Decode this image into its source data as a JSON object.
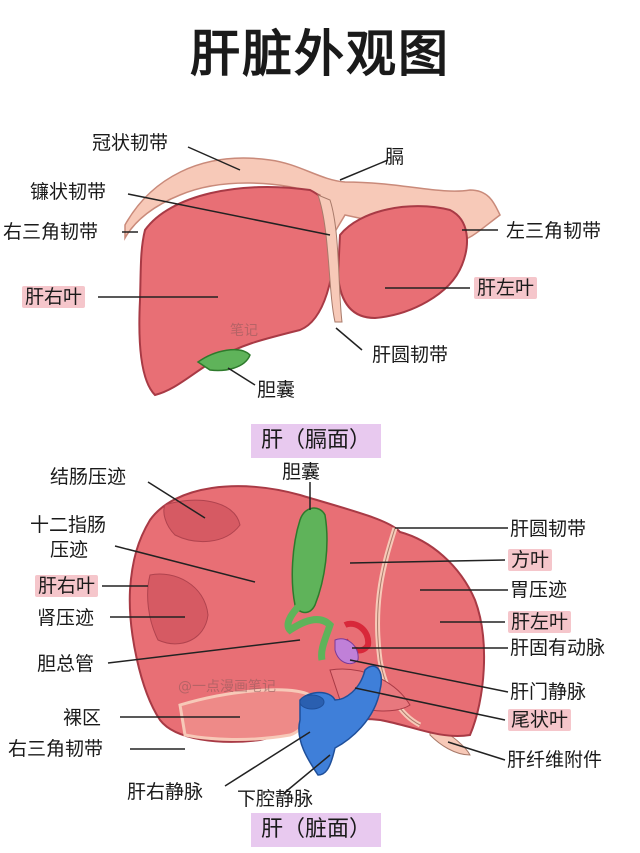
{
  "title": "肝脏外观图",
  "top": {
    "caption": "肝（膈面）",
    "labels": {
      "coronary_ligament": "冠状韧带",
      "diaphragm": "膈",
      "falciform_ligament": "镰状韧带",
      "right_triangular_ligament": "右三角韧带",
      "left_triangular_ligament": "左三角韧带",
      "right_lobe": "肝右叶",
      "left_lobe": "肝左叶",
      "round_ligament": "肝圆韧带",
      "gallbladder": "胆囊"
    },
    "watermark": "笔记"
  },
  "bottom": {
    "caption": "肝（脏面）",
    "labels": {
      "colic_impression": "结肠压迹",
      "gallbladder": "胆囊",
      "duodenal_impression_line1": "十二指肠",
      "duodenal_impression_line2": "压迹",
      "round_ligament": "肝圆韧带",
      "quadrate_lobe": "方叶",
      "right_lobe": "肝右叶",
      "gastric_impression": "胃压迹",
      "left_lobe": "肝左叶",
      "renal_impression": "肾压迹",
      "proper_hepatic_artery": "肝固有动脉",
      "common_bile_duct": "胆总管",
      "portal_vein": "肝门静脉",
      "bare_area": "裸区",
      "caudate_lobe": "尾状叶",
      "right_triangular_ligament": "右三角韧带",
      "fibrous_appendix": "肝纤维附件",
      "right_hepatic_vein": "肝右静脉",
      "inferior_vena_cava": "下腔静脉"
    },
    "watermark": "@一点漫画笔记"
  },
  "colors": {
    "liver": "#e86f75",
    "liver_dark": "#c94a55",
    "ligament": "#f7c9b8",
    "gallbladder": "#5fb35a",
    "vein": "#3f7fd9",
    "artery": "#d8283a",
    "highlight": "#f5c6cb",
    "caption_bg": "#e8c9ef"
  }
}
